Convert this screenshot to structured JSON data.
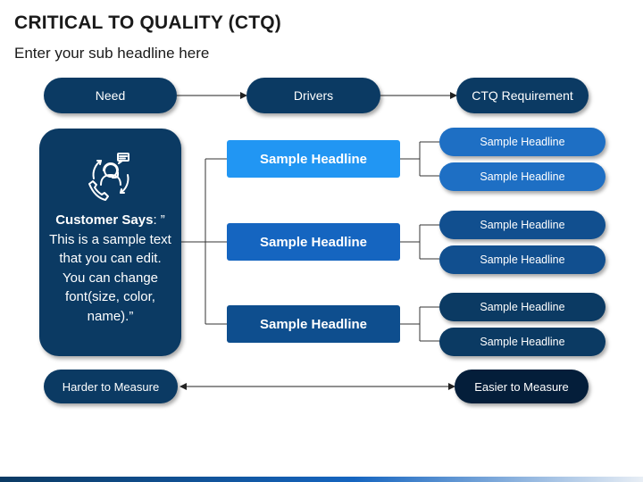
{
  "header": {
    "title": "CRITICAL TO QUALITY (CTQ)",
    "subtitle": "Enter your sub headline here"
  },
  "top_flow": {
    "need": "Need",
    "drivers": "Drivers",
    "ctq_requirement": "CTQ Requirement"
  },
  "customer": {
    "label": "Customer Says",
    "quote": ": ” This is a sample text that you can edit. You can change font(size, color, name).”",
    "icon": "customer-support-headset-icon"
  },
  "drivers": [
    {
      "headline": "Sample Headline",
      "color": "#2196f3",
      "requirements": [
        "Sample Headline",
        "Sample Headline"
      ],
      "requirement_color": "#1e6fc4"
    },
    {
      "headline": "Sample Headline",
      "color": "#1565c0",
      "requirements": [
        "Sample Headline",
        "Sample Headline"
      ],
      "requirement_color": "#114f8f"
    },
    {
      "headline": "Sample Headline",
      "color": "#0e4e8e",
      "requirements": [
        "Sample Headline",
        "Sample Headline"
      ],
      "requirement_color": "#0b3a63"
    }
  ],
  "measure_scale": {
    "left": "Harder to Measure",
    "right": "Easier to Measure",
    "left_color": "#0b3a63",
    "right_color": "#041e3a"
  }
}
